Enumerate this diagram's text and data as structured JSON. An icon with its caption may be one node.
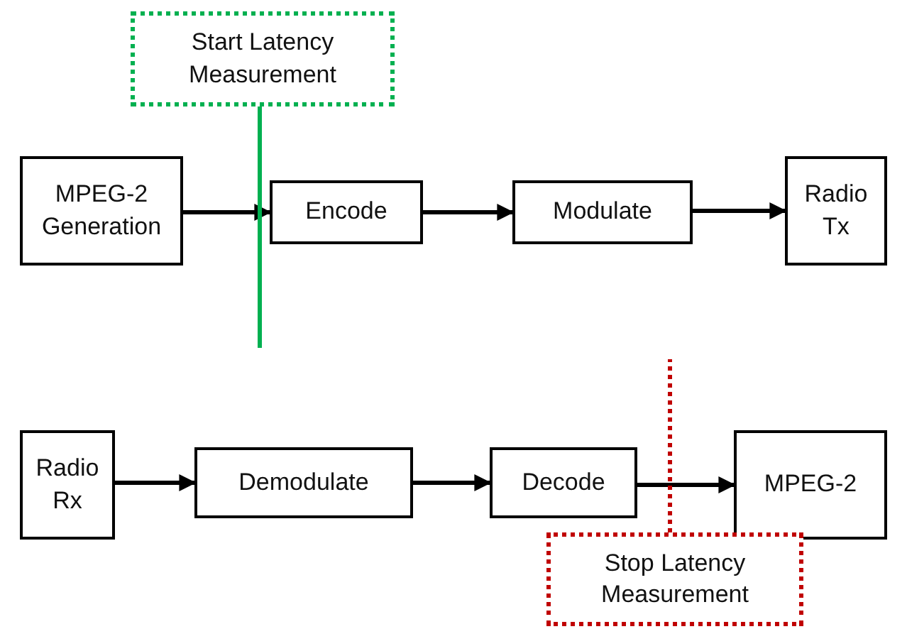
{
  "diagram": {
    "nodes": [
      {
        "text": [
          "Start Latency Measurement"
        ]
      },
      {
        "text": [
          "MPEG-2 Generation"
        ]
      },
      {
        "text": [
          "Encode"
        ]
      },
      {
        "text": [
          "Modulate"
        ]
      },
      {
        "text": [
          "Radio Tx"
        ]
      },
      {
        "text": [
          "Radio Rx"
        ]
      },
      {
        "text": [
          "Demodulate"
        ]
      },
      {
        "text": [
          "Decode"
        ]
      },
      {
        "text": [
          "MPEG-2"
        ]
      },
      {
        "text": [
          "Stop Latency Measurement"
        ]
      }
    ],
    "edges": [
      {
        "from": 1,
        "to": 2,
        "arrow": "to"
      },
      {
        "from": 2,
        "to": 3,
        "arrow": "to"
      },
      {
        "from": 3,
        "to": 4,
        "arrow": "to"
      },
      {
        "from": 5,
        "to": 6,
        "arrow": "to"
      },
      {
        "from": 6,
        "to": 7,
        "arrow": "to"
      },
      {
        "from": 7,
        "to": 8,
        "arrow": "to"
      },
      {
        "from": 0,
        "to": null,
        "arrow": "none",
        "color": "#00b050"
      },
      {
        "from": 9,
        "to": null,
        "arrow": "none",
        "style": "dashed",
        "color": "#c00000"
      }
    ]
  }
}
